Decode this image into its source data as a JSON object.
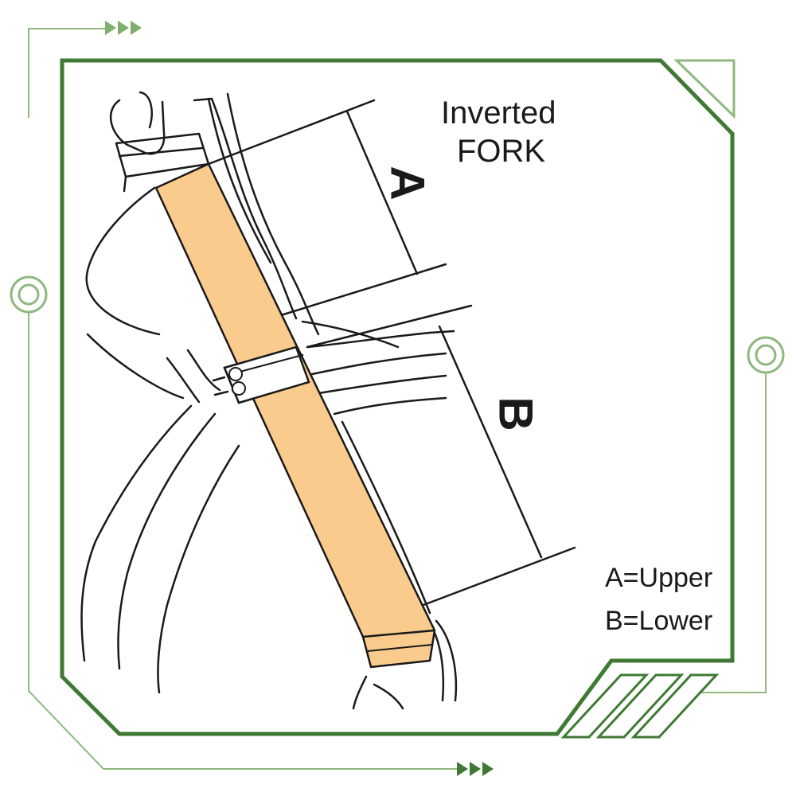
{
  "diagram": {
    "title_line1": "Inverted",
    "title_line2": "FORK",
    "dimension_a": "A",
    "dimension_b": "B",
    "legend_a": "A=Upper",
    "legend_b": "B=Lower"
  },
  "colors": {
    "frame_green": "#3f7a34",
    "accent_green": "#8fb87f",
    "fork_fill": "#f9cb8c",
    "line": "#1a1a1a"
  },
  "icons": [
    "triple-chevron-right-icon",
    "ring-node-icon"
  ]
}
